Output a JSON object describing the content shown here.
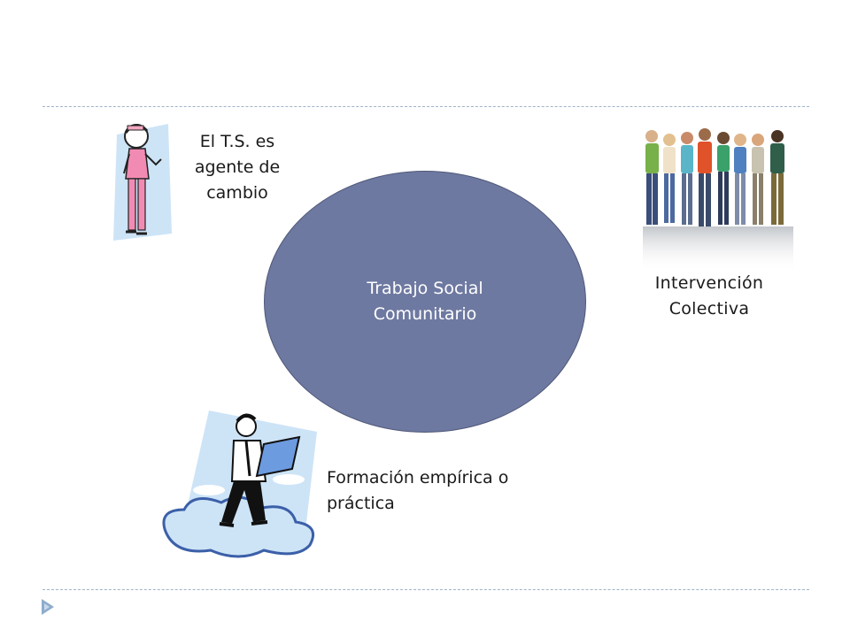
{
  "center": {
    "text": "Trabajo Social Comunitario"
  },
  "nodes": [
    {
      "id": "agente",
      "text": "El T.S. es agente de cambio",
      "icon": "nurse-figure-icon"
    },
    {
      "id": "intervencion",
      "text": "Intervención Colectiva",
      "icon": "group-of-people-icon"
    },
    {
      "id": "formacion",
      "text": "Formación empírica o práctica",
      "icon": "man-reading-on-cloud-icon"
    }
  ],
  "colors": {
    "ellipse_fill": "#6e79a1",
    "ellipse_stroke": "#4f5878",
    "divider": "#9fb3c8",
    "arrow": "#8eaccd"
  },
  "decorations": {
    "slide_bullet_icon": "triangle-arrow-icon"
  }
}
